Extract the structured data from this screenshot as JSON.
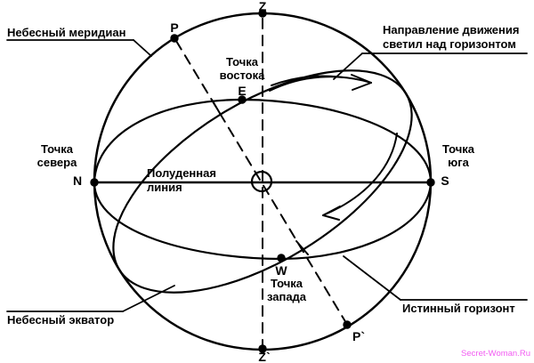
{
  "diagram": {
    "labels": {
      "celestial_meridian": "Небесный меридиан",
      "motion_direction_line1": "Направление движения",
      "motion_direction_line2": "светил над горизонтом",
      "east_point_line1": "Точка",
      "east_point_line2": "востока",
      "north_point_line1": "Точка",
      "north_point_line2": "севера",
      "south_point_line1": "Точка",
      "south_point_line2": "юга",
      "noon_line_line1": "Полуденная",
      "noon_line_line2": "линия",
      "west_point_line1": "Точка",
      "west_point_line2": "запада",
      "celestial_equator": "Небесный экватор",
      "true_horizon": "Истинный горизонт"
    },
    "points": {
      "zenith": "Z",
      "nadir": "Z`",
      "north_celestial_pole": "P",
      "south_celestial_pole": "P`",
      "east": "E",
      "west": "W",
      "north": "N",
      "south": "S"
    },
    "colors": {
      "ink": "#000000",
      "background": "#ffffff",
      "watermark": "#f25cf2"
    },
    "watermark": {
      "text": "Secret-Woman.Ru"
    }
  }
}
